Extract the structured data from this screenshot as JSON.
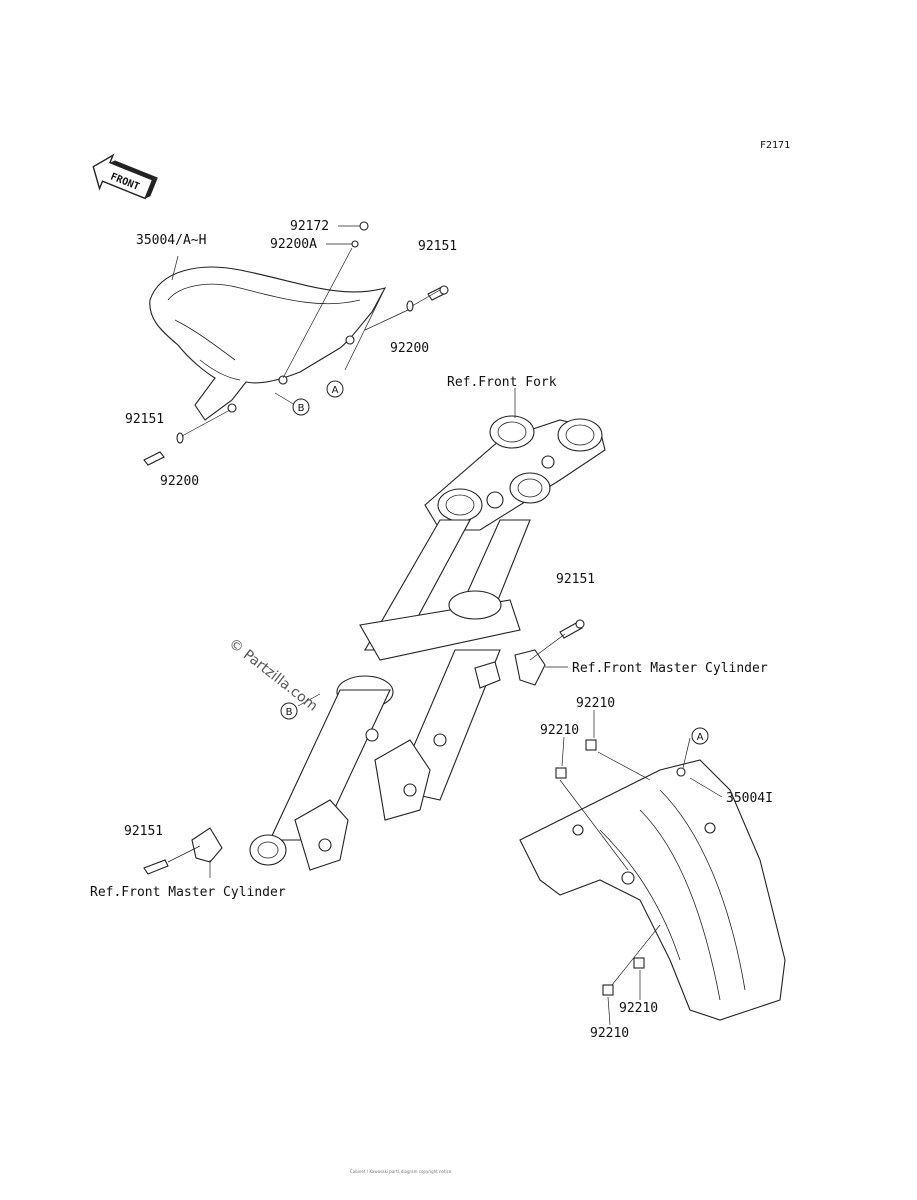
{
  "diagram_code": "F2171",
  "front_arrow_label": "FRONT",
  "watermark": "© Partzilla.com",
  "footer_line1": "Cabinet / Kawasaki parts diagram copyright notice",
  "footer_line2": "",
  "labels": {
    "p92172": "92172",
    "p92200A": "92200A",
    "p35004AH": "35004/A~H",
    "p92151_top": "92151",
    "p92200_right": "92200",
    "p92151_left": "92151",
    "p92200_left": "92200",
    "ref_front_fork": "Ref.Front Fork",
    "p92151_mid": "92151",
    "ref_master_cyl_right": "Ref.Front Master Cylinder",
    "p92210_a": "92210",
    "p92210_b": "92210",
    "p35004I": "35004I",
    "p92151_bottom": "92151",
    "ref_master_cyl_left": "Ref.Front Master Cylinder",
    "p92210_c": "92210",
    "p92210_d": "92210"
  },
  "callouts": {
    "a_upper": "A",
    "b_upper": "B",
    "b_lower": "B",
    "a_lower": "A"
  }
}
